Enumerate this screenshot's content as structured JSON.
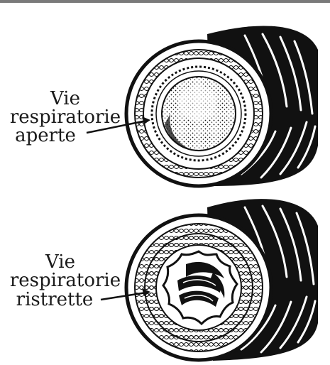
{
  "figure": {
    "top_label": {
      "line1": "Vie",
      "line2": "respiratorie",
      "line3": "aperte"
    },
    "bottom_label": {
      "line1": "Vie",
      "line2": "respiratorie",
      "line3": "ristrette"
    }
  },
  "colors": {
    "ink": "#111111",
    "paper": "#ffffff",
    "top_rule": "#7a7a7a"
  }
}
